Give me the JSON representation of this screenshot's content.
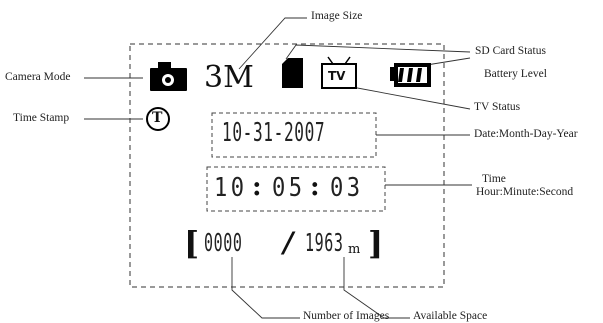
{
  "labels": {
    "image_size": "Image Size",
    "sd_card_status": "SD Card Status",
    "battery_level": "Battery Level",
    "camera_mode": "Camera Mode",
    "time_stamp": "Time Stamp",
    "tv_status": "TV Status",
    "date_format": "Date:Month-Day-Year",
    "time_title": "Time",
    "time_format": "Hour:Minute:Second",
    "number_of_images": "Number of Images",
    "available_space": "Available Space"
  },
  "display": {
    "image_size_value": "3M",
    "tv_text": "TV",
    "time_stamp_glyph": "T",
    "date_value": "10-31-2007",
    "time_h": "10",
    "time_m": "05",
    "time_s": "03",
    "image_count": "0000",
    "divider": "/",
    "space_count": "1963",
    "space_unit": "m",
    "bracket_open": "[",
    "bracket_close": "]"
  }
}
